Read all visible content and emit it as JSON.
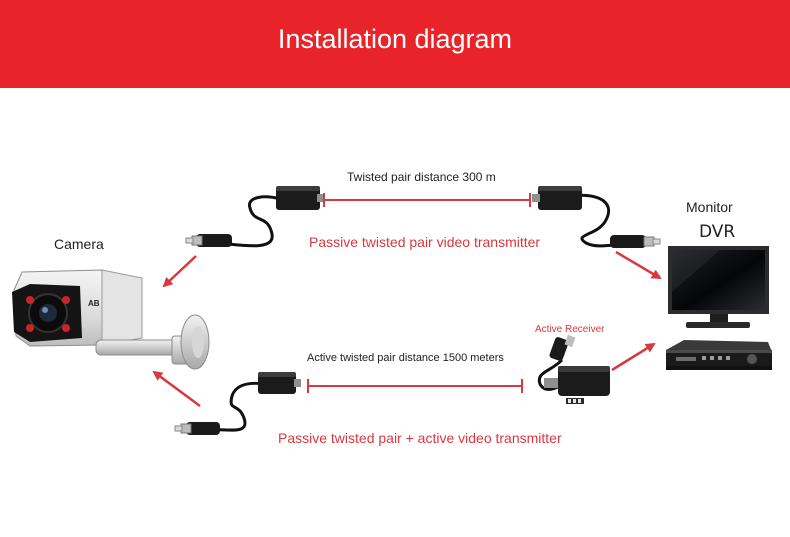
{
  "header": {
    "title": "Installation diagram"
  },
  "labels": {
    "camera": "Camera",
    "monitor": "Monitor",
    "dvr": "DVR",
    "distance_top": "Twisted pair distance 300 m",
    "link_top": "Passive twisted pair video transmitter",
    "active_receiver": "Active Receiver",
    "distance_bottom": "Active twisted pair distance 1500 meters",
    "link_bottom": "Passive twisted pair + active video transmitter",
    "camera_brand": "AB"
  },
  "colors": {
    "banner": "#e8242a",
    "accent_red": "#d9383e",
    "device_black": "#1b1b1b"
  },
  "icons": [
    "camera-icon",
    "monitor-icon",
    "dvr-icon",
    "balun-icon",
    "bnc-connector-icon",
    "active-receiver-icon",
    "arrow-icon"
  ]
}
